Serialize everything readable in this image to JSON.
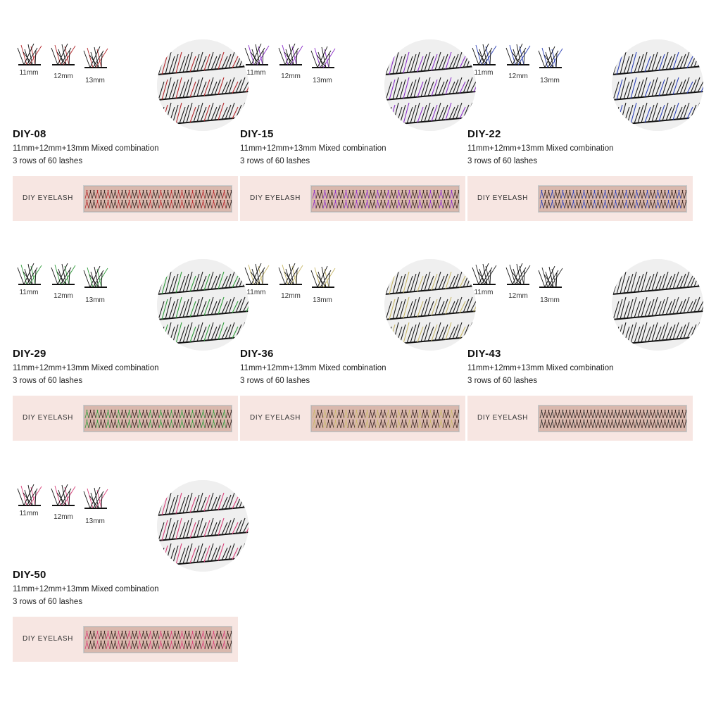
{
  "common": {
    "size_labels": [
      "11mm",
      "12mm",
      "13mm"
    ],
    "desc": "11mm+12mm+13mm  Mixed combination",
    "rows": "3 rows of 60 lashes",
    "box_label": "DIY EYELASH"
  },
  "products": [
    {
      "model": "DIY-08",
      "accent": "#b3262a"
    },
    {
      "model": "DIY-15",
      "accent": "#8b2fc9"
    },
    {
      "model": "DIY-22",
      "accent": "#2a3fb5"
    },
    {
      "model": "DIY-29",
      "accent": "#2f9b3a"
    },
    {
      "model": "DIY-36",
      "accent": "#c9b96a"
    },
    {
      "model": "DIY-43",
      "accent": "#2a2a2a"
    },
    {
      "model": "DIY-50",
      "accent": "#d83f79"
    }
  ]
}
